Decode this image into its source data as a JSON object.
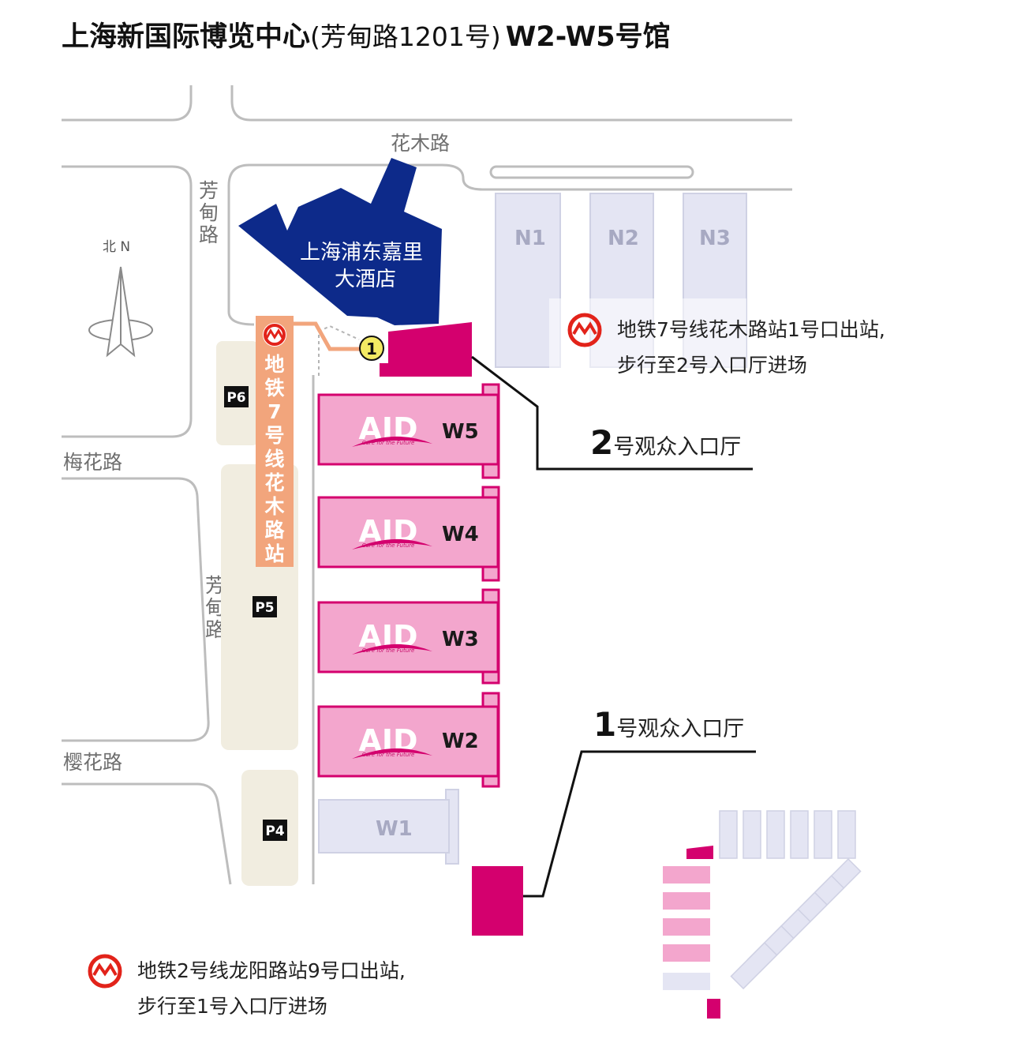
{
  "title": {
    "main": "上海新国际博览中心",
    "sub": "(芳甸路1201号)",
    "halls": "W2-W5号馆"
  },
  "roads": {
    "huamu": "花木路",
    "fangdian_top": [
      "芳",
      "甸",
      "路"
    ],
    "fangdian_mid": [
      "芳",
      "甸",
      "路"
    ],
    "meihua": "梅花路",
    "yinghua": "樱花路"
  },
  "compass": {
    "label": "北 N"
  },
  "hotel": {
    "line1": "上海浦东嘉里",
    "line2": "大酒店"
  },
  "metro_station": {
    "chars": [
      "地",
      "铁",
      "7",
      "号",
      "线",
      "花",
      "木",
      "路",
      "站"
    ]
  },
  "parking": [
    "P6",
    "P5",
    "P4"
  ],
  "halls": [
    {
      "label": "W5",
      "logo": "AID",
      "tagline": "Care for the Future"
    },
    {
      "label": "W4",
      "logo": "AID",
      "tagline": "Care for the Future"
    },
    {
      "label": "W3",
      "logo": "AID",
      "tagline": "Care for the Future"
    },
    {
      "label": "W2",
      "logo": "AID",
      "tagline": "Care for the Future"
    }
  ],
  "other_halls": {
    "w1": "W1",
    "n1": "N1",
    "n2": "N2",
    "n3": "N3"
  },
  "exit_marker": "1",
  "entrances": {
    "entry2": {
      "num": "2",
      "text": "号观众入口厅"
    },
    "entry1": {
      "num": "1",
      "text": "号观众入口厅"
    }
  },
  "notes": {
    "line7": {
      "line1": "地铁7号线花木路站1号口出站,",
      "line2": "步行至2号入口厅进场"
    },
    "line2": {
      "line1": "地铁2号线龙阳路站9号口出站,",
      "line2": "步行至1号入口厅进场"
    }
  },
  "colors": {
    "magenta": "#d4006e",
    "hall_pink": "#f3a6cd",
    "hotel_blue": "#0d2a8a",
    "metro_orange": "#f2a57c",
    "parking_beige": "#f1ede0",
    "grey_hall": "#dedff0",
    "road_grey": "#bdbdbd"
  }
}
